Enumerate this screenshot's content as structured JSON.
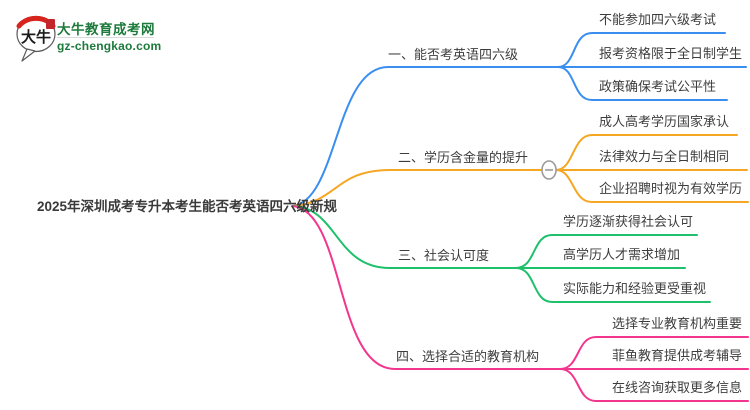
{
  "logo": {
    "bubble_text": "大牛",
    "site_name": "大牛教育成考网",
    "site_url": "gz-chengkao.com",
    "green": "#1d7a3c",
    "red": "#d7251d",
    "seal_red": "#c3272b",
    "bubble_stroke": "#5a5b5d",
    "bubble_text_color": "#1a1a1a"
  },
  "root": {
    "title": "2025年深圳成考专升本考生能否考英语四六级新规"
  },
  "collapse_toggle": {
    "icon": "minus-icon",
    "stroke": "#9b9b9b",
    "fill": "#ffffff"
  },
  "branches": [
    {
      "label": "一、能否考英语四六级",
      "color": "#3a8ef0",
      "children": [
        "不能参加四六级考试",
        "报考资格限于全日制学生",
        "政策确保考试公平性"
      ]
    },
    {
      "label": "二、学历含金量的提升",
      "color": "#f5a623",
      "children": [
        "成人高考学历国家承认",
        "法律效力与全日制相同",
        "企业招聘时视为有效学历"
      ]
    },
    {
      "label": "三、社会认可度",
      "color": "#1ec06c",
      "children": [
        "学历逐渐获得社会认可",
        "高学历人才需求增加",
        "实际能力和经验更受重视"
      ]
    },
    {
      "label": "四、选择合适的教育机构",
      "color": "#f2368e",
      "children": [
        "选择专业教育机构重要",
        "菲鱼教育提供成考辅导",
        "在线咨询获取更多信息"
      ]
    }
  ]
}
